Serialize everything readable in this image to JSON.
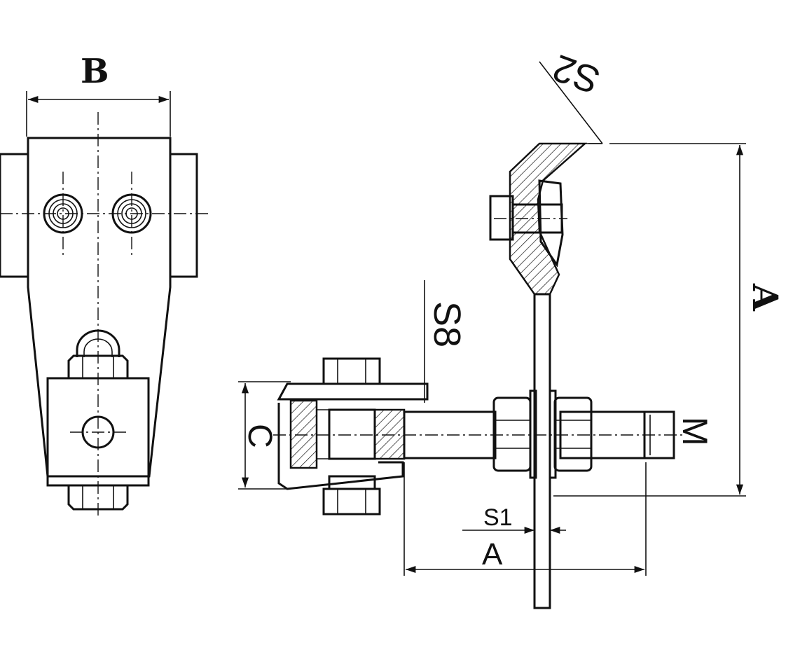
{
  "labels": {
    "B": "B",
    "A_vertical": "A",
    "S2": "S2",
    "S8": "S8",
    "C": "C",
    "M": "M",
    "S1": "S1",
    "A_horizontal": "A"
  }
}
